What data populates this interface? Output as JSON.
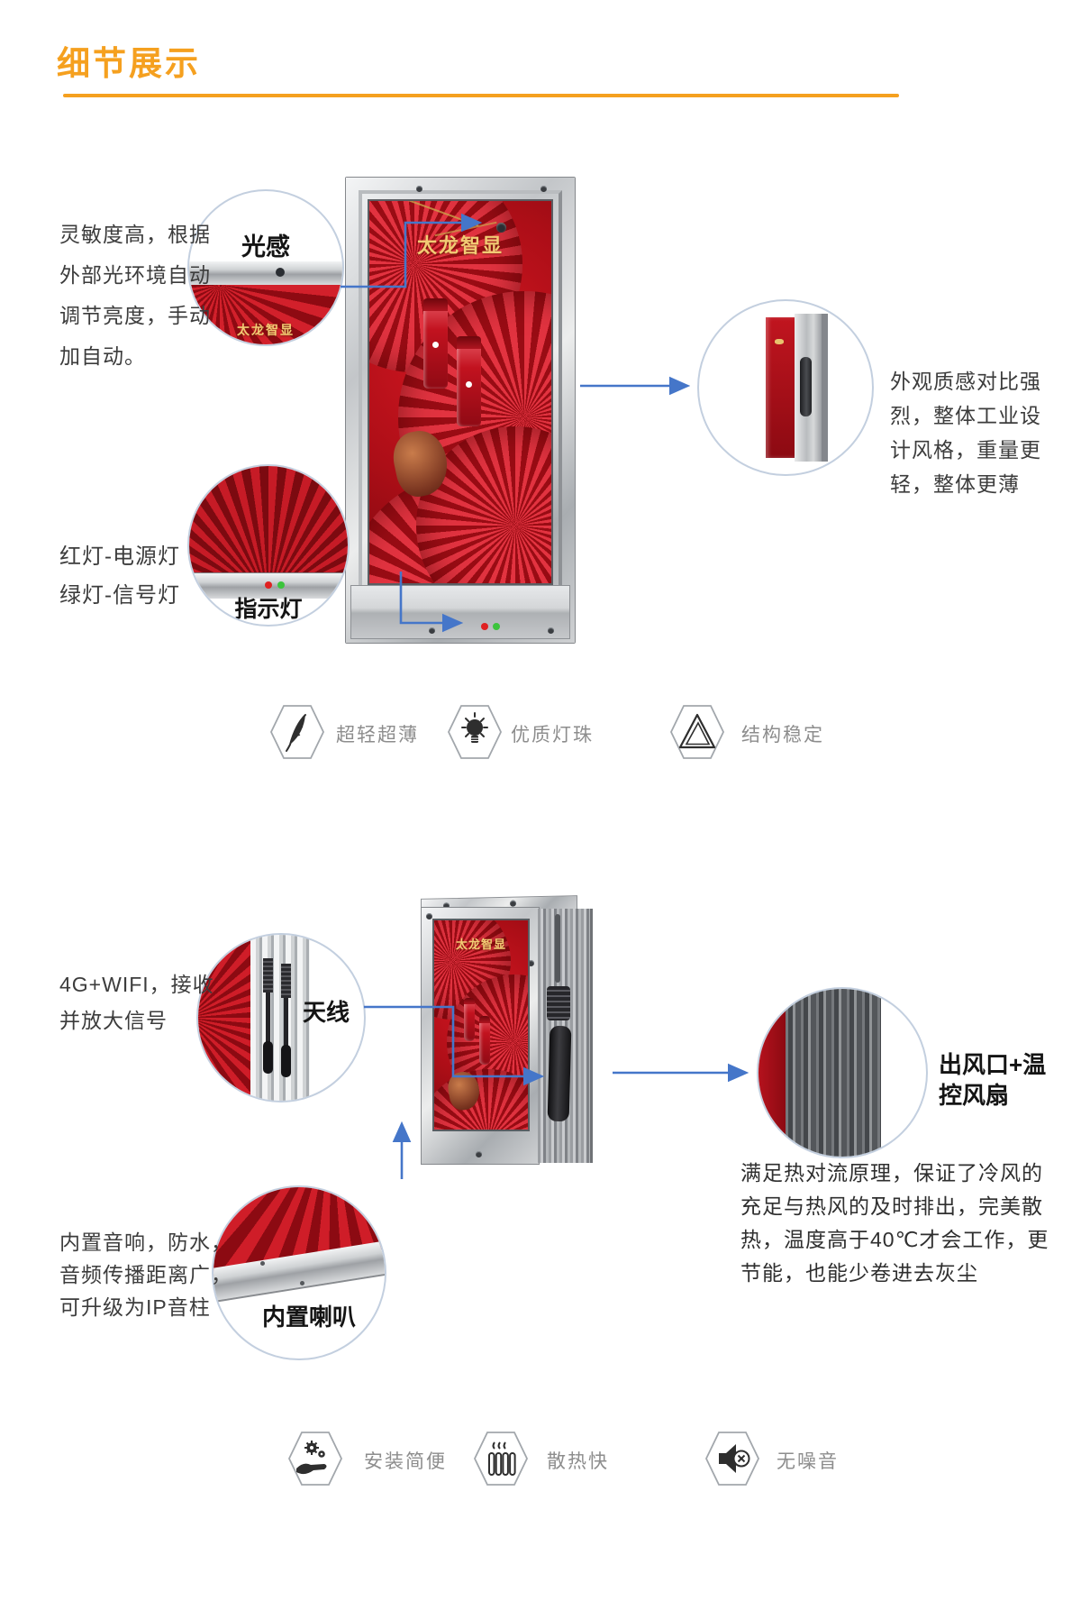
{
  "header": {
    "title": "细节展示"
  },
  "brand": {
    "logo": "太龙智显"
  },
  "colors": {
    "accent": "#F5A01F",
    "arrow": "#4576C9",
    "screen_red": "#AD0E17",
    "power_light_red": "#E02121",
    "signal_light_green": "#3CC43C"
  },
  "front_section": {
    "note_sensitivity": {
      "lines": [
        "灵敏度高，根据",
        "外部光环境自动",
        "调节亮度，手动",
        "加自动。"
      ]
    },
    "note_indicator": {
      "lines": [
        "红灯-电源灯",
        "绿灯-信号灯"
      ]
    },
    "note_appearance": {
      "lines": [
        "外观质感对比强",
        "烈，整体工业设",
        "计风格，重量更",
        "轻，整体更薄"
      ]
    },
    "callout_light_sensor": {
      "label": "光感"
    },
    "callout_indicator": {
      "label": "指示灯"
    },
    "features": [
      {
        "icon": "feather-icon",
        "label": "超轻超薄"
      },
      {
        "icon": "bulb-icon",
        "label": "优质灯珠"
      },
      {
        "icon": "triangle-icon",
        "label": "结构稳定"
      }
    ]
  },
  "side_section": {
    "note_wifi": {
      "lines": [
        "4G+WIFI，接收",
        "并放大信号"
      ]
    },
    "note_audio": {
      "lines": [
        "内置音响，防水，",
        "音频传播距离广，",
        "可升级为IP音柱"
      ]
    },
    "note_cooling": {
      "lines": [
        "满足热对流原理，保证了冷风的",
        "充足与热风的及时排出，完美散",
        "热，温度高于40℃才会工作，更",
        "节能，也能少卷进去灰尘"
      ]
    },
    "callout_antenna": {
      "label": "天线"
    },
    "callout_speaker": {
      "label": "内置喇叭"
    },
    "callout_vent": {
      "lines": [
        "出风口+温",
        "控风扇"
      ]
    },
    "features": [
      {
        "icon": "install-icon",
        "label": "安装简便"
      },
      {
        "icon": "radiator-icon",
        "label": "散热快"
      },
      {
        "icon": "mute-icon",
        "label": "无噪音"
      }
    ]
  }
}
